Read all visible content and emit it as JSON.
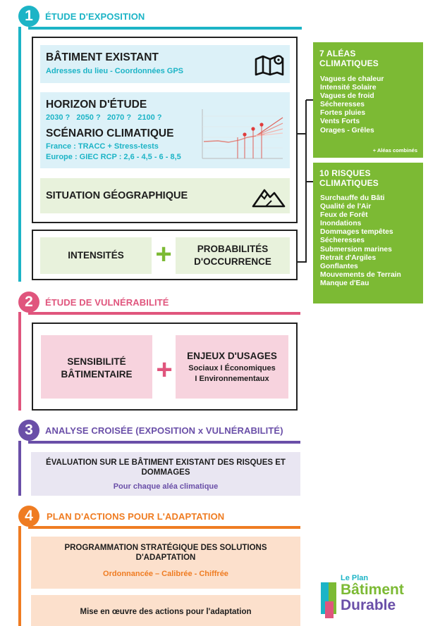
{
  "colors": {
    "teal": "#1cb4c6",
    "pink": "#e0557d",
    "purple": "#6a4fa8",
    "orange": "#ef7c22",
    "green": "#7cba34"
  },
  "step1": {
    "number": "1",
    "title": "ÉTUDE D'EXPOSITION",
    "batiment": {
      "title": "BÂTIMENT EXISTANT",
      "subtitle": "Adresses du lieu - Coordonnées GPS"
    },
    "horizon": {
      "title": "HORIZON D'ÉTUDE",
      "years": "2030 ?   2050 ?   2070 ?   2100 ?"
    },
    "scenario": {
      "title": "SCÉNARIO CLIMATIQUE",
      "france": "France : TRACC + Stress-tests",
      "europe": "Europe : GIEC RCP : 2,6 - 4,5 - 6 - 8,5"
    },
    "situation": {
      "title": "SITUATION GÉOGRAPHIQUE"
    },
    "intensites": "INTENSITÉS",
    "plus": "+",
    "probabilites": [
      "PROBABILITÉS",
      "D'OCCURRENCE"
    ]
  },
  "aleas": {
    "title": [
      "7 ALÉAS",
      "CLIMATIQUES"
    ],
    "items": [
      "Vagues de chaleur",
      "Intensité Solaire",
      "Vagues de froid",
      "Sécheresses",
      "Fortes pluies",
      "Vents Forts",
      "Orages - Grêles"
    ],
    "note": "+ Aléas combinés"
  },
  "risques": {
    "title": [
      "10 RISQUES",
      "CLIMATIQUES"
    ],
    "items": [
      "Surchauffe du Bâti",
      "Qualité de l'Air",
      "Feux de Forêt",
      "Inondations",
      "Dommages tempêtes",
      "Sécheresses",
      "Submersion marines",
      "Retrait d'Argiles",
      "Gonflantes",
      "Mouvements de Terrain",
      "Manque d'Eau"
    ]
  },
  "step2": {
    "number": "2",
    "title": "ÉTUDE DE VULNÉRABILITÉ",
    "sensibilite": [
      "SENSIBILITÉ",
      "BÂTIMENTAIRE"
    ],
    "plus": "+",
    "enjeux": {
      "title": "ENJEUX D'USAGES",
      "line1": "Sociaux I Économiques",
      "line2": "I Environnementaux"
    }
  },
  "step3": {
    "number": "3",
    "title": "ANALYSE CROISÉE (EXPOSITION x VULNÉRABILITÉ)",
    "eval": [
      "ÉVALUATION SUR LE BÂTIMENT EXISTANT DES RISQUES ET",
      "DOMMAGES"
    ],
    "sub": "Pour chaque aléa climatique"
  },
  "step4": {
    "number": "4",
    "title": "PLAN D'ACTIONS POUR L'ADAPTATION",
    "prog": [
      "PROGRAMMATION STRATÉGIQUE DES SOLUTIONS",
      "D'ADAPTATION"
    ],
    "sub": "Ordonnancée – Calibrée - Chiffrée",
    "mise": "Mise en œuvre des actions pour l'adaptation"
  },
  "logo": {
    "line1": "Le Plan",
    "line2": "Bâtiment",
    "line3": "Durable"
  }
}
